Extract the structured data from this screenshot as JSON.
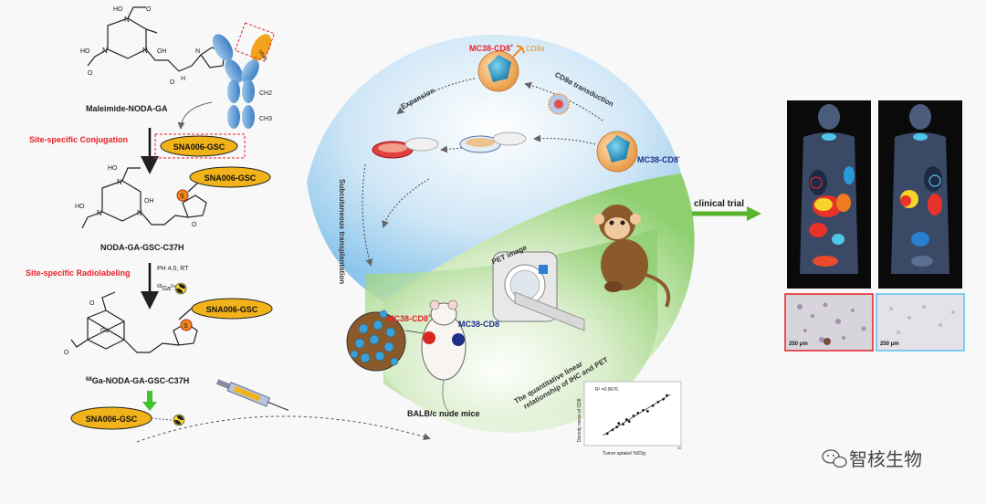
{
  "chemistry": {
    "maleimide_label": "Maleimide-NODA-GA",
    "conjugation_label": "Site-specific Conjugation",
    "sna_label": "SNA006-GSC",
    "noda_ga_gsc_label": "NODA-GA-GSC-C37H",
    "radiolabeling_label": "Site-specific Radiolabeling",
    "ph_label": "PH 4.0, RT",
    "ga_sup": "68",
    "ga_label": "Ga",
    "ga_charge": "3+",
    "final_product_sup": "68",
    "final_product_label": "Ga-NODA-GA-GSC-C37H",
    "antibody_vhh_label": "VHH",
    "ch2_label": "CH2",
    "ch3_label": "CH3",
    "ho_label": "HO",
    "oh_label": "OH",
    "o_label": "O",
    "n_label": "N",
    "h_label": "H",
    "s_label": "S",
    "ga_atom_label": "Ga"
  },
  "cycle": {
    "mc38_cd8_pos_label": "MC38-CD8",
    "pos_sup": "+",
    "cd8a_label": "CD8α",
    "expansion_label": "Expansion",
    "transduction_label": "CD8α transduction",
    "mc38_cd8_neg_label": "MC38-CD8",
    "neg_sup": "-",
    "subcutaneous_label": "Subcutaneous transplantation",
    "pet_label": "PET image",
    "mouse_pos_label": "MC38-CD8",
    "mouse_neg_label": "MC38-CD8",
    "balb_label": "BALB/c nude mice",
    "quant_label_1": "The quantitative linear",
    "quant_label_2": "relationship of IHC and PET"
  },
  "scatter": {
    "r2_label": "R² =0.9676",
    "ylabel": "Density mean of CD8",
    "xlabel": "Tumor uptake/ %ID/g",
    "x_tick_last": "10",
    "points": [
      [
        2.0,
        0.9
      ],
      [
        2.6,
        1.3
      ],
      [
        3.1,
        1.6
      ],
      [
        3.3,
        2.0
      ],
      [
        3.8,
        1.9
      ],
      [
        4.2,
        2.4
      ],
      [
        4.5,
        2.2
      ],
      [
        5.0,
        2.8
      ],
      [
        5.5,
        3.1
      ],
      [
        6.1,
        3.4
      ],
      [
        6.6,
        3.3
      ],
      [
        7.2,
        3.9
      ],
      [
        7.8,
        4.3
      ],
      [
        8.4,
        4.6
      ],
      [
        8.8,
        5.0
      ]
    ],
    "line": [
      [
        1.5,
        0.7
      ],
      [
        9.2,
        5.1
      ]
    ]
  },
  "clinical": {
    "label": "clinical trial",
    "scale_bar_1": "250 μm",
    "scale_bar_2": "250 μm"
  },
  "watermark": {
    "text": "智核生物"
  },
  "colors": {
    "red_text": "#e8202a",
    "navy_text": "#1e2f8a",
    "orange_text": "#f08a1c",
    "sna_fill": "#f2b21a",
    "green_arrow": "#5ab42c",
    "antibody_blue": "#5b9bd5"
  }
}
